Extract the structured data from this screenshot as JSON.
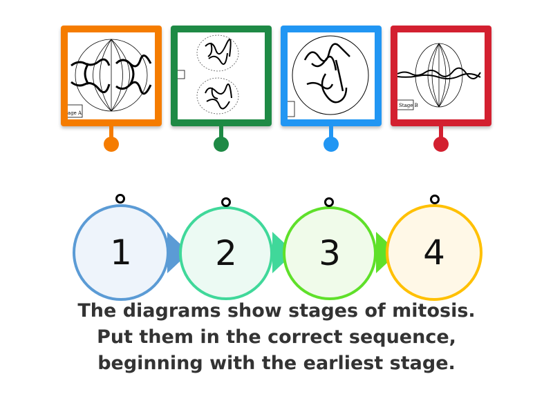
{
  "cards": [
    {
      "color": "#f57c00",
      "label": "Stage A",
      "icon": "metaphase-spindle-diagram"
    },
    {
      "color": "#1e8a45",
      "label": "",
      "icon": "telophase-two-nuclei-diagram"
    },
    {
      "color": "#2196f3",
      "label": "",
      "icon": "prophase-nucleus-diagram"
    },
    {
      "color": "#d32030",
      "label": "Stage B",
      "icon": "metaphase-plate-diagram"
    }
  ],
  "slots": [
    {
      "number": "1",
      "border": "#5b9bd5",
      "fill": "#eef4fb"
    },
    {
      "number": "2",
      "border": "#40d89a",
      "fill": "#ecfaf3"
    },
    {
      "number": "3",
      "border": "#5fe02a",
      "fill": "#f0fbea"
    },
    {
      "number": "4",
      "border": "#ffc000",
      "fill": "#fff8e7"
    }
  ],
  "instructions": [
    "The diagrams show stages of mitosis.",
    "Put them in the correct sequence,",
    "beginning with the earliest stage."
  ]
}
